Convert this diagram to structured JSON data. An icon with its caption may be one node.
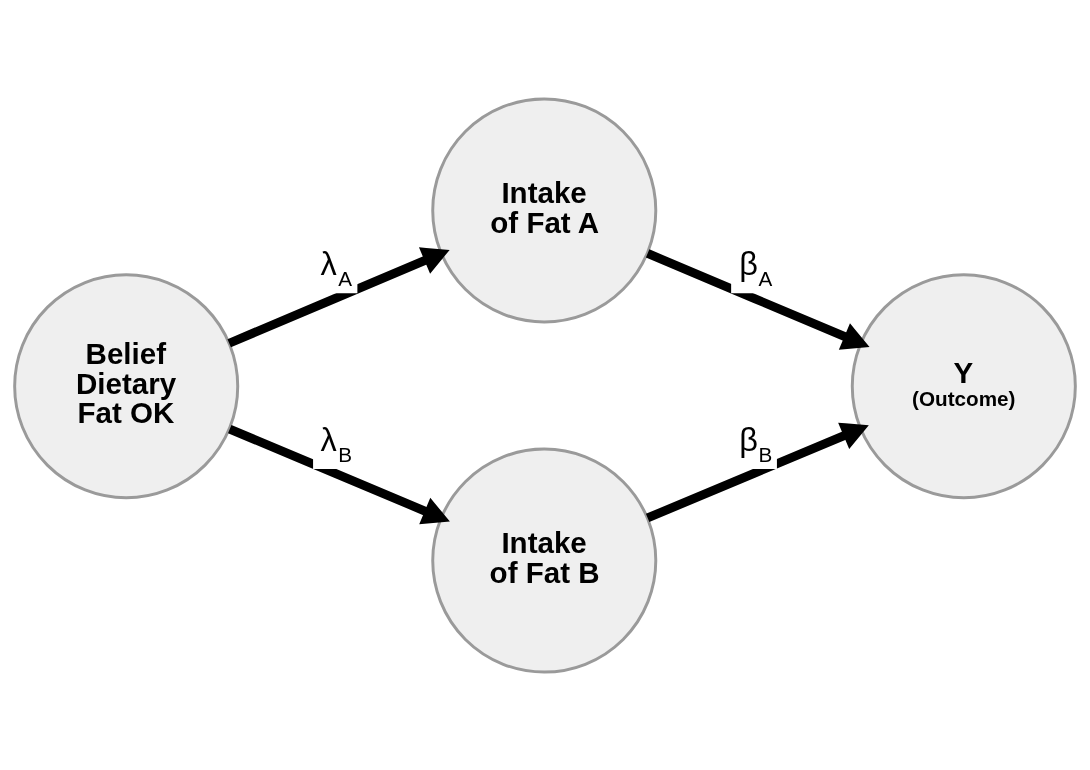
{
  "diagram": {
    "nodes": [
      {
        "text": [
          "Belief Dietary Fat OK"
        ]
      },
      {
        "text": [
          "Intake of Fat A"
        ]
      },
      {
        "text": [
          "Intake of Fat B"
        ]
      },
      {
        "text": [
          "Y",
          "(Outcome)"
        ]
      }
    ],
    "edges": [
      {
        "from": 0,
        "to": 1,
        "arrow": "to",
        "label": "λ$_{A}$"
      },
      {
        "from": 0,
        "to": 2,
        "arrow": "to",
        "label": "λ$_{B}$"
      },
      {
        "from": 1,
        "to": 3,
        "arrow": "to",
        "label": "β$_{A}$"
      },
      {
        "from": 2,
        "to": 3,
        "arrow": "to",
        "label": "β$_{B}$"
      }
    ]
  }
}
